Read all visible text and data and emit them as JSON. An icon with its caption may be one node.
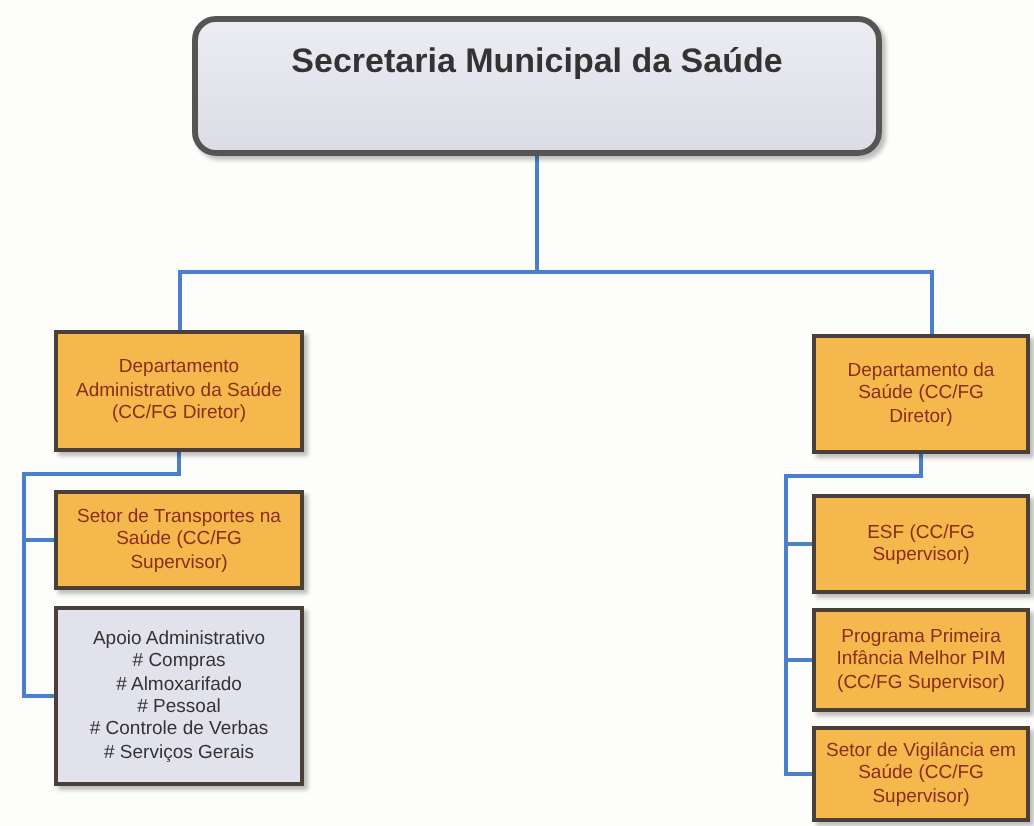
{
  "diagram": {
    "nodes": [
      {
        "text": [
          "Secretaria Municipal da Saúde"
        ]
      },
      {
        "text": [
          "Departamento Administrativo da Saúde (CC/FG Diretor)"
        ]
      },
      {
        "text": [
          "Setor de Transportes na Saúde (CC/FG Supervisor)"
        ]
      },
      {
        "text": [
          "Apoio Administrativo",
          "# Compras",
          "# Almoxarifado",
          "# Pessoal",
          "# Controle de Verbas",
          "# Serviços Gerais"
        ]
      },
      {
        "text": [
          "Departamento da Saúde (CC/FG Diretor)"
        ]
      },
      {
        "text": [
          "ESF (CC/FG Supervisor)"
        ]
      },
      {
        "text": [
          "Programa Primeira Infância Melhor PIM (CC/FG Supervisor)"
        ]
      },
      {
        "text": [
          "Setor de Vigilância em Saúde (CC/FG Supervisor)"
        ]
      }
    ],
    "edges": [
      {
        "from": 0,
        "to": 1,
        "arrow": "none"
      },
      {
        "from": 0,
        "to": 4,
        "arrow": "none"
      },
      {
        "from": 1,
        "to": 2,
        "arrow": "none"
      },
      {
        "from": 1,
        "to": 3,
        "arrow": "none"
      },
      {
        "from": 4,
        "to": 5,
        "arrow": "none"
      },
      {
        "from": 4,
        "to": 6,
        "arrow": "none"
      },
      {
        "from": 4,
        "to": 7,
        "arrow": "none"
      }
    ]
  }
}
